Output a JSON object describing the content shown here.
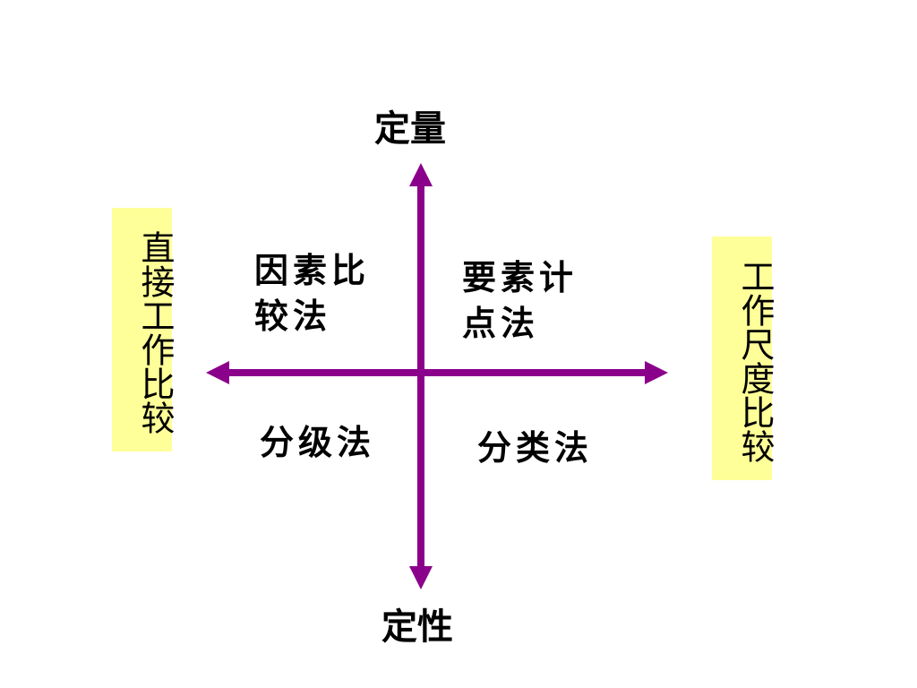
{
  "colors": {
    "axis": "#8B008B",
    "side_box_fill": "#FFFF99",
    "background": "#FFFFFF",
    "text": "#000000"
  },
  "axis_labels": {
    "top": "定量",
    "bottom": "定性"
  },
  "side_labels": {
    "left": "直接工作比较",
    "right": "工作尺度比较"
  },
  "quadrants": {
    "top_left": "因素比\n较法",
    "top_right": "要素计\n点法",
    "bottom_left": "分级法",
    "bottom_right": "分类法"
  }
}
